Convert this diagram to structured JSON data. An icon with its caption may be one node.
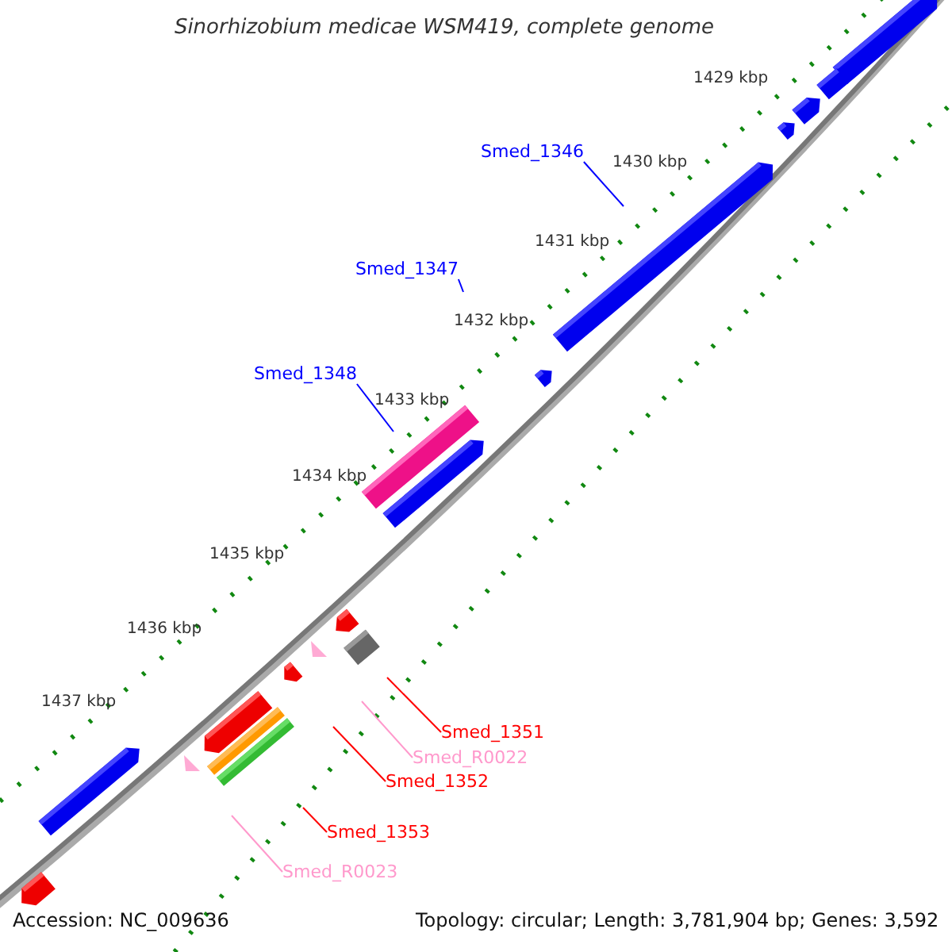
{
  "diagram": {
    "title": "Sinorhizobium medicae WSM419, complete genome",
    "nodes": [
      {
        "text": [
          "Smed_1346"
        ]
      },
      {
        "text": [
          "Smed_1347"
        ]
      },
      {
        "text": [
          "Smed_1348"
        ]
      },
      {
        "text": [
          "Smed_1351"
        ]
      },
      {
        "text": [
          "Smed_R0022"
        ]
      },
      {
        "text": [
          "Smed_1352"
        ]
      },
      {
        "text": [
          "Smed_1353"
        ]
      },
      {
        "text": [
          "Smed_R0023"
        ]
      }
    ],
    "edges": [
      {
        "from": 0,
        "to": null,
        "arrow": "none",
        "color": "#0000ff"
      },
      {
        "from": 1,
        "to": null,
        "arrow": "none",
        "color": "#0000ff"
      },
      {
        "from": 2,
        "to": null,
        "arrow": "none",
        "color": "#0000ff"
      },
      {
        "from": 3,
        "to": null,
        "arrow": "none",
        "color": "#ff0000"
      },
      {
        "from": 4,
        "to": null,
        "arrow": "none",
        "color": "#ff99cc"
      },
      {
        "from": 5,
        "to": null,
        "arrow": "none",
        "color": "#ff0000"
      },
      {
        "from": 6,
        "to": null,
        "arrow": "none",
        "color": "#ff0000"
      },
      {
        "from": 7,
        "to": null,
        "arrow": "none",
        "color": "#ff99cc"
      }
    ],
    "labels": [
      "1429 kbp",
      "1430 kbp",
      "1431 kbp",
      "1432 kbp",
      "1433 kbp",
      "1434 kbp",
      "1435 kbp",
      "1436 kbp",
      "1437 kbp",
      "Accession: NC_009636",
      "Topology: circular; Length: 3,781,904 bp; Genes: 3,592"
    ]
  }
}
